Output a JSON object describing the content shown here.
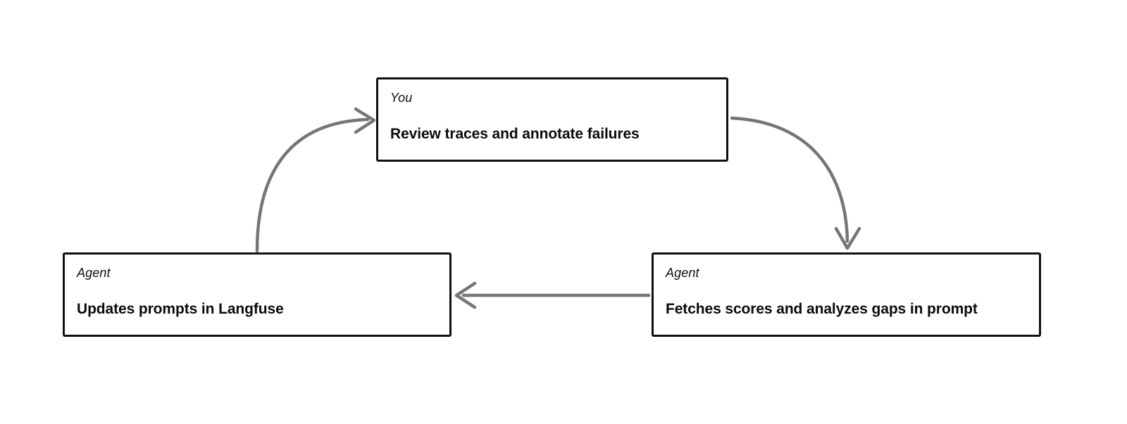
{
  "diagram": {
    "type": "cycle-flowchart",
    "background_color": "#ffffff",
    "node_border_color": "#111111",
    "edge_color": "#767676",
    "nodes": [
      {
        "id": "you-review",
        "role": "You",
        "title": "Review traces and annotate failures",
        "position": "top-center"
      },
      {
        "id": "agent-fetch",
        "role": "Agent",
        "title": "Fetches scores and analyzes gaps in prompt",
        "position": "bottom-right"
      },
      {
        "id": "agent-update",
        "role": "Agent",
        "title": "Updates prompts in Langfuse",
        "position": "bottom-left"
      }
    ],
    "edges": [
      {
        "id": "edge-you-to-fetch",
        "from": "you-review",
        "to": "agent-fetch",
        "shape": "curved",
        "direction": "down",
        "arrowhead": "chevron"
      },
      {
        "id": "edge-fetch-to-update",
        "from": "agent-fetch",
        "to": "agent-update",
        "shape": "straight",
        "direction": "left",
        "arrowhead": "chevron"
      },
      {
        "id": "edge-update-to-you",
        "from": "agent-update",
        "to": "you-review",
        "shape": "curved",
        "direction": "right",
        "arrowhead": "chevron"
      }
    ]
  }
}
